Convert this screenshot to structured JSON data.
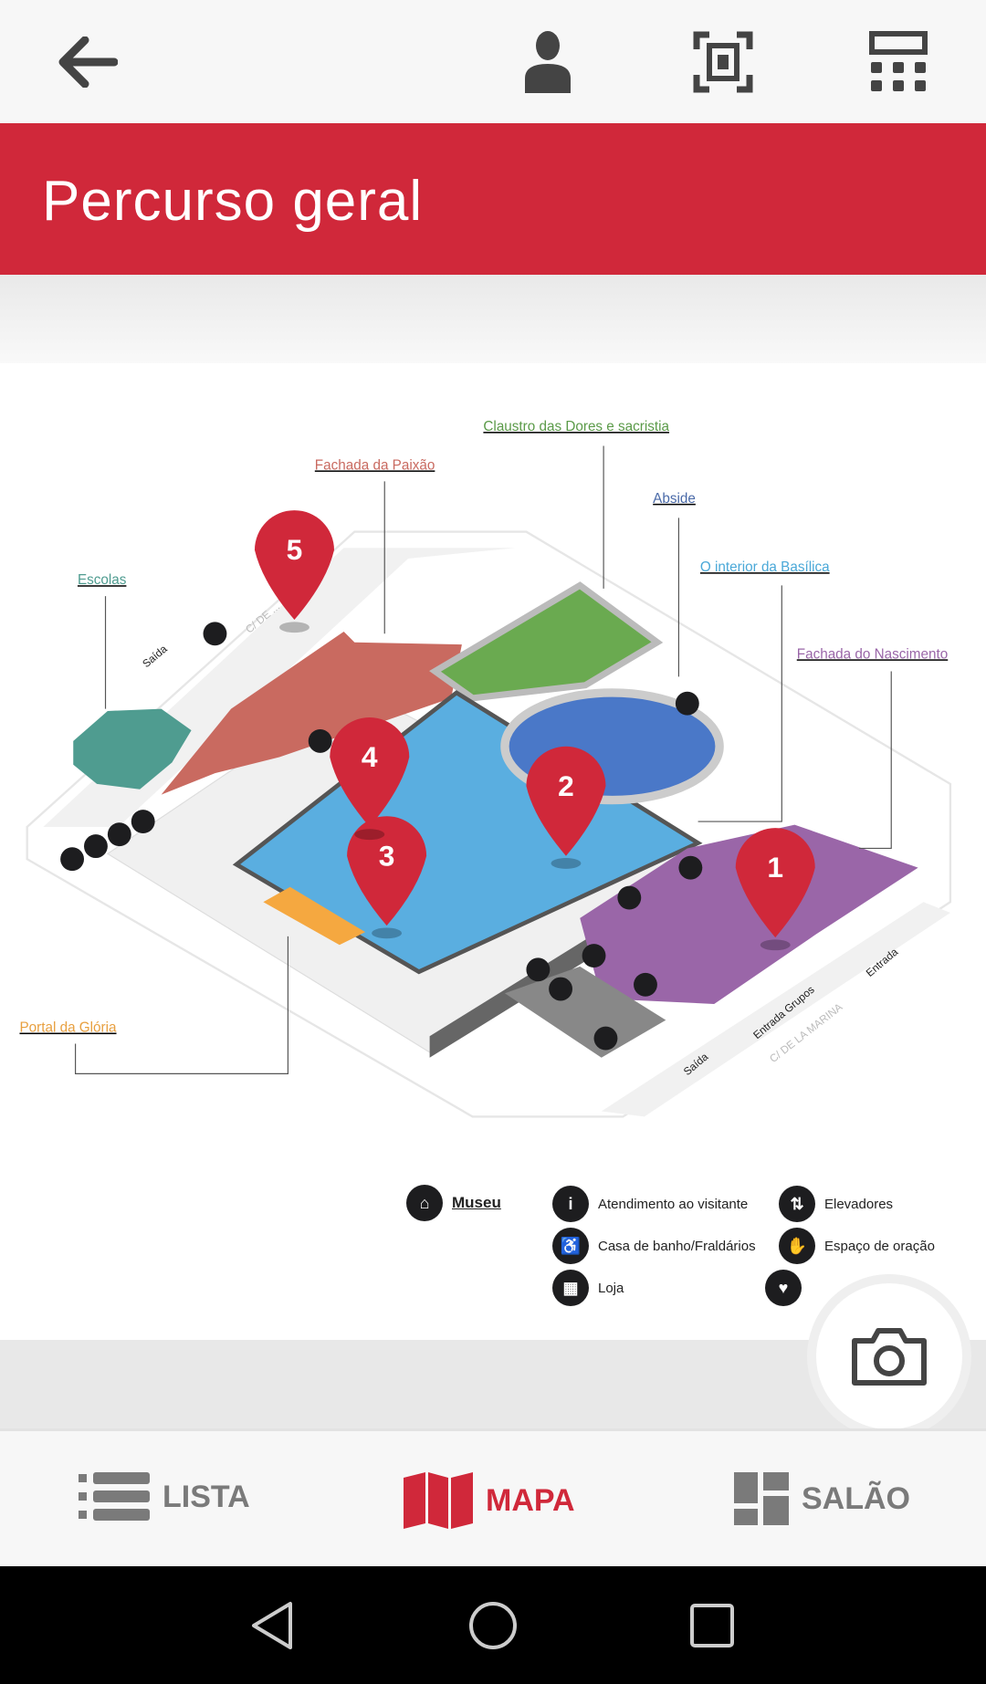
{
  "header": {
    "back_icon": "arrow-left-icon",
    "profile_icon": "person-icon",
    "scan_icon": "scan-frame-icon",
    "calculator_icon": "calculator-icon"
  },
  "page_title": "Percurso geral",
  "map": {
    "labels": {
      "claustro": "Claustro das Dores e sacristia",
      "paixao": "Fachada da Paixão",
      "abside": "Abside",
      "interior": "O interior da Basílica",
      "nascimento": "Fachada do Nascimento",
      "escolas": "Escolas",
      "gloria": "Portal da Glória"
    },
    "streets": {
      "top": "C/ DE ...",
      "bottom": "C/ DE LA MARINA"
    },
    "annotations": {
      "saida_top": "Saída",
      "saida_bottom": "Saída",
      "entrada": "Entrada",
      "entrada_grupos": "Entrada Grupos"
    },
    "pins": [
      "1",
      "2",
      "3",
      "4",
      "5"
    ],
    "colors": {
      "paixao": "#c96a60",
      "claustro": "#6aaa50",
      "abside": "#4a78c8",
      "interior": "#5aaee0",
      "nascimento": "#9a66a8",
      "escolas": "#4f9c90",
      "gloria": "#f5a840",
      "pin": "#d0283a"
    }
  },
  "legend": {
    "museu": "Museu",
    "atendimento": "Atendimento ao visitante",
    "casa_banho": "Casa de banho/Fraldários",
    "loja": "Loja",
    "elevadores": "Elevadores",
    "oracao": "Espaço de oração"
  },
  "nav": {
    "lista": "LISTA",
    "mapa": "MAPA",
    "salao": "SALÃO"
  },
  "accent": "#d0283a"
}
